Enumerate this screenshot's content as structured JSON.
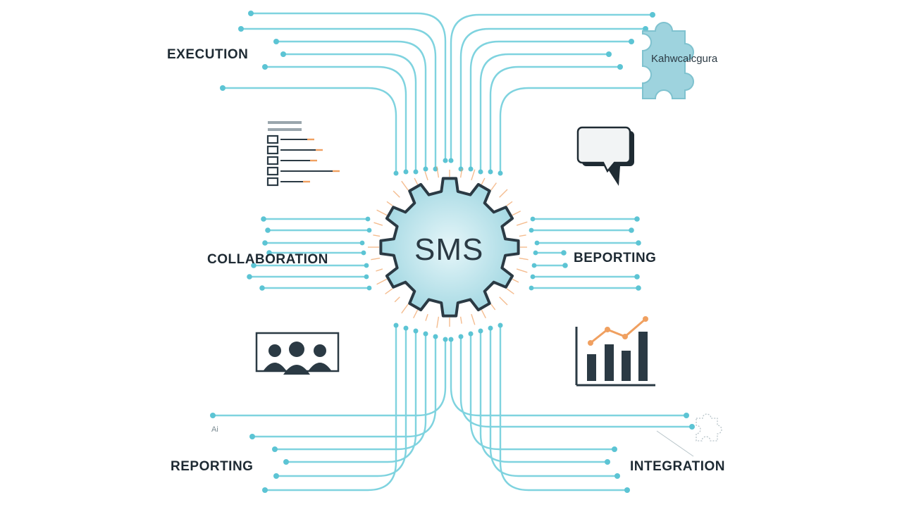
{
  "hub": {
    "label": "SMS"
  },
  "labels": {
    "top_left": "EXECUTION",
    "mid_left": "COLLABORATION",
    "mid_right": "BEPORTING",
    "bottom_left": "REPORTING",
    "bottom_right": "INTEGRATION",
    "top_right_puzzle": "Kahwcalcgura",
    "bottom_left_small": "Ai"
  },
  "icons": {
    "checklist": "checklist-icon",
    "speech": "speech-bubble-icon",
    "team": "team-icon",
    "chart": "bar-chart-icon",
    "puzzle_top": "puzzle-icon",
    "puzzle_bottom": "puzzle-outline-icon",
    "gear": "gear-icon"
  },
  "colors": {
    "line": "#7fd3df",
    "dot": "#5cc4d4",
    "gear_fill": "#a8dde6",
    "gear_stroke": "#2b3a44",
    "accent": "#f0a060",
    "puzzle_fill": "#9ed3de",
    "dark": "#2b3a44"
  }
}
